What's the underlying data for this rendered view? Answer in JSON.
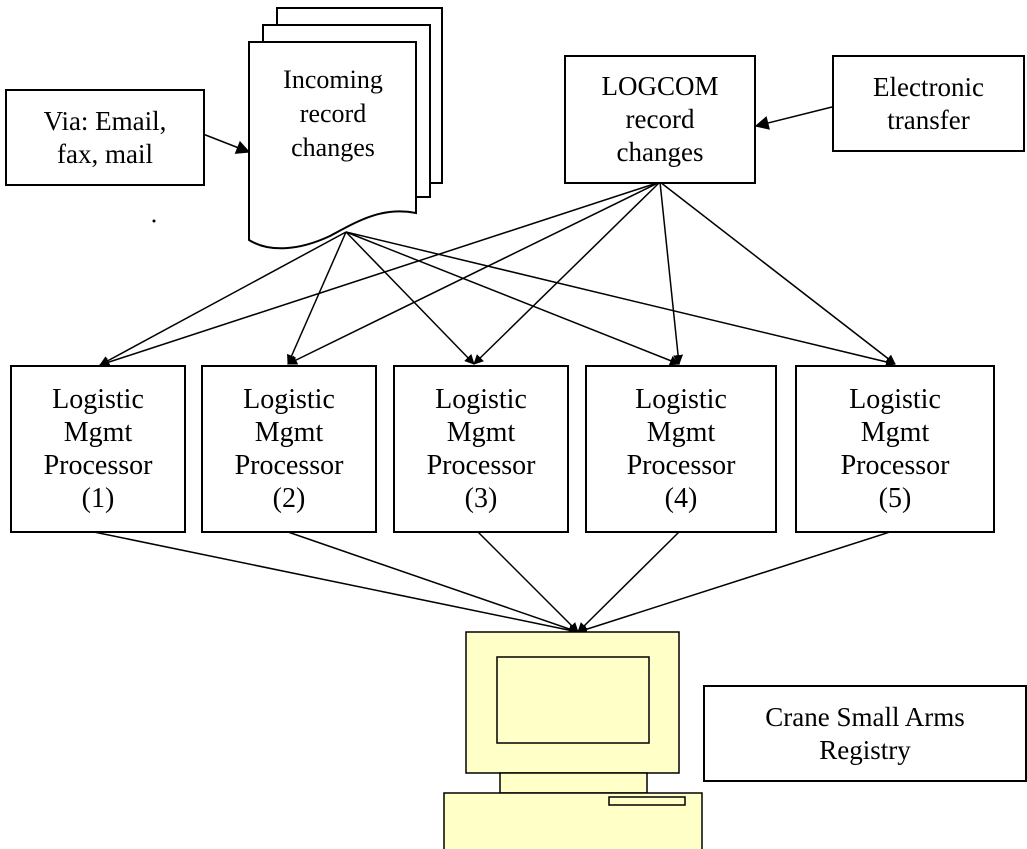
{
  "diagram": {
    "source_box": "Via: Email,\nfax, mail",
    "incoming_doc": "Incoming\nrecord\nchanges",
    "logcom_box": "LOGCOM\nrecord\nchanges",
    "electronic_box": "Electronic\ntransfer",
    "processors": [
      "Logistic\nMgmt\nProcessor\n(1)",
      "Logistic\nMgmt\nProcessor\n(2)",
      "Logistic\nMgmt\nProcessor\n(3)",
      "Logistic\nMgmt\nProcessor\n(4)",
      "Logistic\nMgmt\nProcessor\n(5)"
    ],
    "registry_label": "Crane Small Arms\nRegistry"
  },
  "colors": {
    "line": "#000000",
    "computer_fill": "#ffffc8",
    "box_fill": "#ffffff"
  }
}
